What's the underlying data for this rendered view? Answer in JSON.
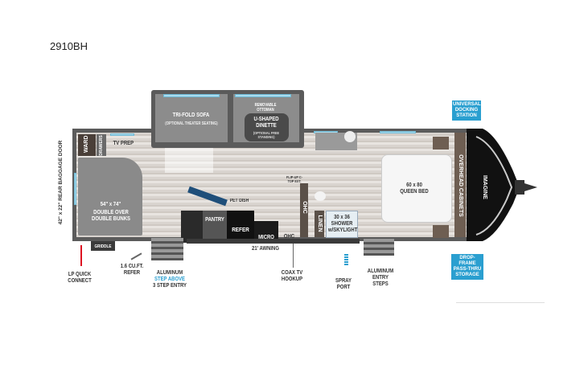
{
  "model": "2910BH",
  "brand_logo": "IMAGINE",
  "rooms": {
    "sofa": "TRI-FOLD SOFA",
    "sofa_note": "(OPTIONAL THEATER SEATING)",
    "ottoman": "REMOVABLE OTTOMAN",
    "dinette": "U-SHAPED DINETTE",
    "dinette_note": "(OPTIONAL FREE STANDING)",
    "wardrobe": "WARD",
    "drawers": "DRAWERS",
    "tv_prep": "TV PREP",
    "bunks_size": "54\" x 74\"",
    "bunks": "DOUBLE OVER DOUBLE BUNKS",
    "pantry": "PANTRY",
    "refer": "REFER",
    "pet_dish": "PET DISH",
    "micro": "MICRO",
    "ohc": "OHC",
    "flip_up": "FLIP-UP C-TOP EXT.",
    "linen": "LINEN",
    "shower": "30 x 36 SHOWER w/SKYLIGHT",
    "queen_bed": "60 x 80 QUEEN BED",
    "overhead": "OVERHEAD CABINETS",
    "griddle": "GRIDDLE",
    "awning": "21' AWNING",
    "baggage_door": "42\" x 22\" REAR BAGGAGE DOOR"
  },
  "callouts": {
    "lp": "LP QUICK CONNECT",
    "refer_out": "1.6 CU.FT. REFER",
    "entry_1": "ALUMINUM",
    "entry_2": "STEP ABOVE",
    "entry_3": "3 STEP ENTRY",
    "coax": "COAX TV HOOKUP",
    "spray": "SPRAY PORT",
    "entry_steps": "ALUMINUM ENTRY STEPS",
    "docking": "UNIVERSAL DOCKING STATION",
    "storage": "DROP-FRAME PASS-THRU STORAGE"
  },
  "colors": {
    "accent": "#2a9fd0",
    "wall": "#5b5b5b",
    "cap": "#111111"
  }
}
